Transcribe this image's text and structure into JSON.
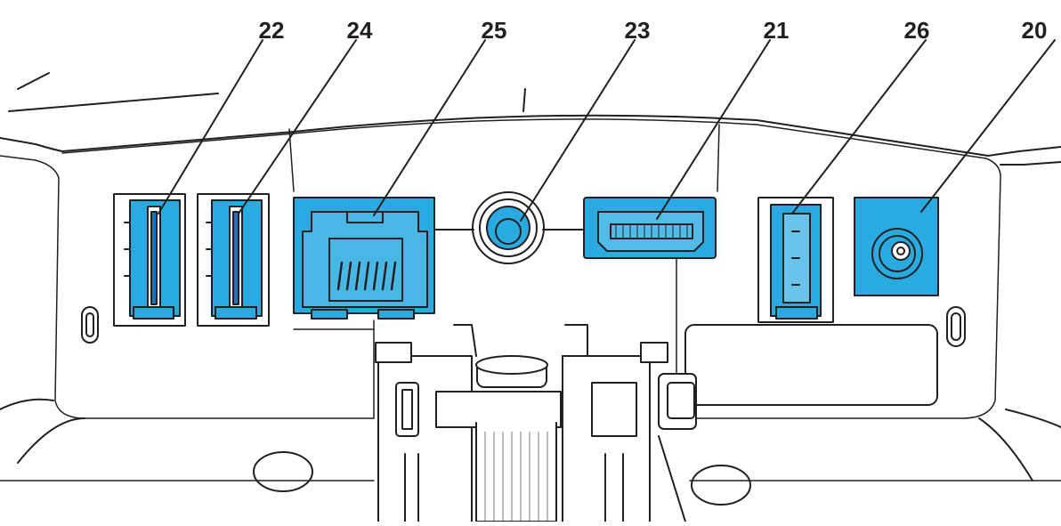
{
  "colors": {
    "port_fill": "#29abe2",
    "port_dark": "#1b75bc",
    "line": "#231f20",
    "housing": "#ffffff"
  },
  "callouts": [
    {
      "id": "usb-a-port-1",
      "label": "22"
    },
    {
      "id": "usb-a-port-2",
      "label": "24"
    },
    {
      "id": "ethernet-port",
      "label": "25"
    },
    {
      "id": "audio-jack",
      "label": "23"
    },
    {
      "id": "hdmi-port",
      "label": "21"
    },
    {
      "id": "usb-a-port-3",
      "label": "26"
    },
    {
      "id": "power-jack",
      "label": "20"
    }
  ]
}
